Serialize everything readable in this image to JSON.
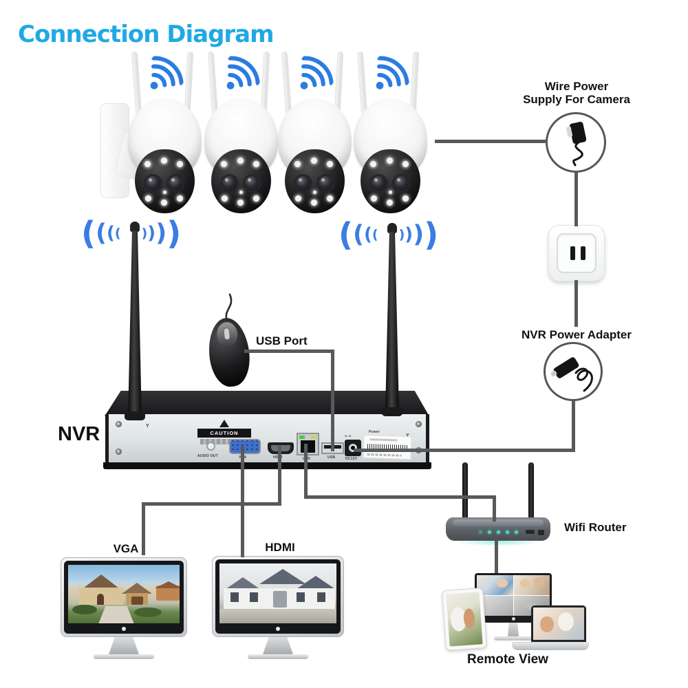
{
  "title": "Connection Diagram",
  "labels": {
    "wire_power_1": "Wire Power",
    "wire_power_2": "Supply For Camera",
    "nvr_power_adapter": "NVR Power Adapter",
    "usb_port": "USB Port",
    "nvr": "NVR",
    "vga": "VGA",
    "hdmi": "HDMI",
    "wifi_router": "Wifi Router",
    "remote_view": "Remote View"
  },
  "nvr_panel": {
    "caution": "CAUTION",
    "power": "Power",
    "ports": [
      "AUDIO OUT",
      "VGA",
      "HDMI",
      "LAN",
      "USB",
      "DC12V"
    ]
  },
  "devices": {
    "camera_count": 4,
    "router_led_count": 5
  },
  "colors": {
    "title_blue": "#1fa9e4",
    "wifi_icon_blue": "#2b7ce0",
    "antenna_signal_blue": "#3b7de2",
    "connector_line_gray": "#58595b",
    "router_led_teal": "#45d8c6"
  }
}
